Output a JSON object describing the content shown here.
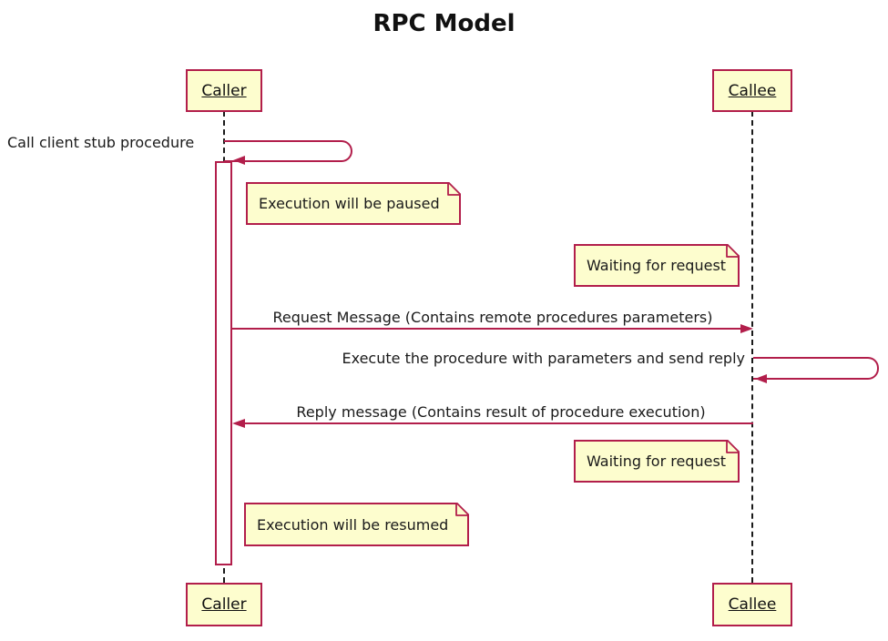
{
  "title": "RPC Model",
  "participants": {
    "caller": "Caller",
    "callee": "Callee"
  },
  "messages": {
    "self_call": "Call client stub procedure",
    "request": "Request Message (Contains remote procedures parameters)",
    "execute": "Execute the procedure with parameters and send reply",
    "reply": "Reply message (Contains result of procedure execution)"
  },
  "notes": {
    "paused": "Execution will be paused",
    "waiting1": "Waiting for request",
    "waiting2": "Waiting for request",
    "resumed": "Execution will be resumed"
  },
  "colors": {
    "shape_fill": "#fdfdce",
    "shape_border": "#b21e4b",
    "lifeline": "#1a1a1a",
    "text": "#1a1a1a"
  }
}
